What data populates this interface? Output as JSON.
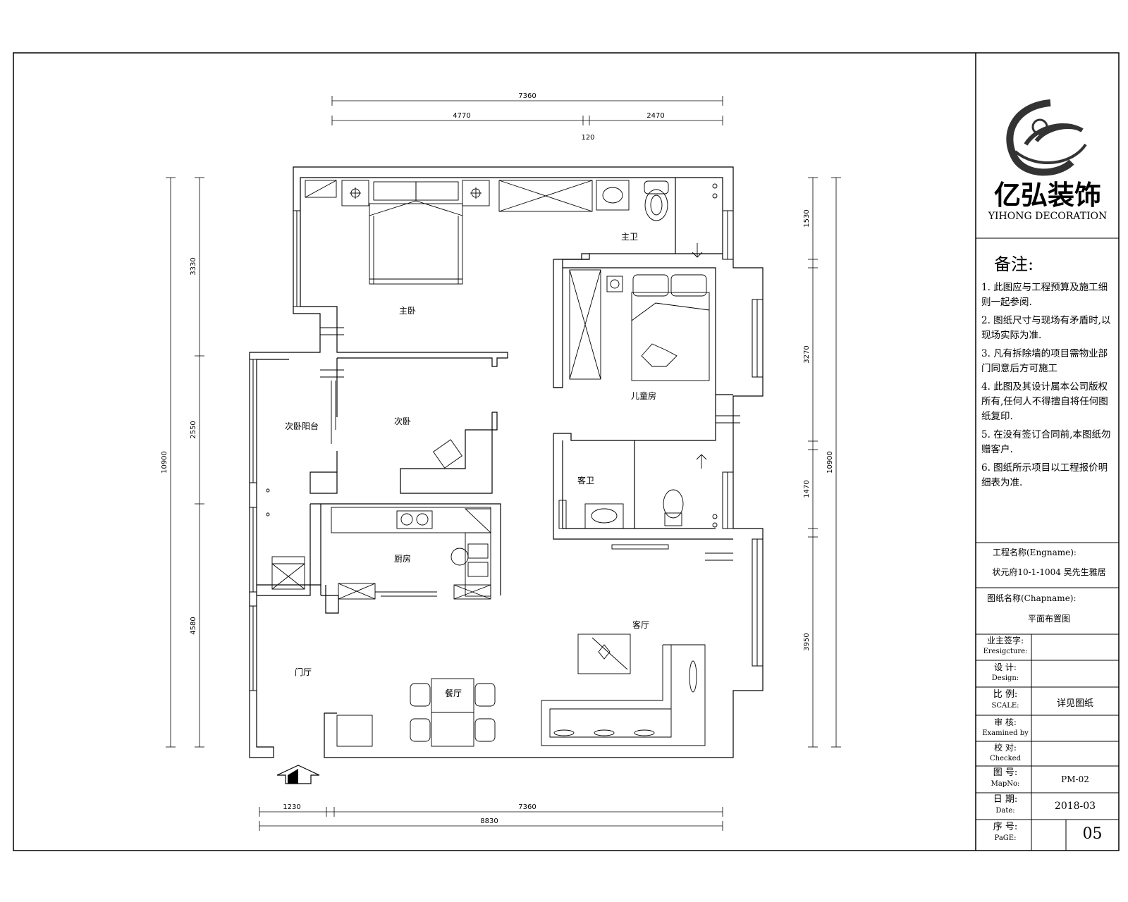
{
  "dimensions": {
    "top_total": "7360",
    "top_left": "4770",
    "top_right": "2470",
    "top_wall": "120",
    "left_total": "10900",
    "left_1": "3330",
    "left_2": "2550",
    "left_3": "4580",
    "right_total": "10900",
    "right_1": "1530",
    "right_2": "3270",
    "right_3": "1470",
    "right_4": "3950",
    "bottom_1": "1230",
    "bottom_2": "7360",
    "bottom_total": "8830"
  },
  "rooms": {
    "master_bedroom": "主卧",
    "master_bath": "主卫",
    "second_bedroom": "次卧",
    "second_balcony": "次卧阳台",
    "kids_room": "儿童房",
    "guest_bath": "客卫",
    "kitchen": "厨房",
    "living_room": "客厅",
    "dining_room": "餐厅",
    "entrance": "门厅"
  },
  "company": {
    "name_cn": "亿弘装饰",
    "name_en": "YIHONG DECORATION"
  },
  "notes": {
    "heading": "备注:",
    "items": [
      "1. 此图应与工程预算及施工细则一起参阅.",
      "2. 图纸尺寸与现场有矛盾时,以现场实际为准.",
      "3. 凡有拆除墙的项目需物业部门同意后方可施工",
      "4. 此图及其设计属本公司版权所有,任何人不得擅自将任何图纸复印.",
      "5. 在没有签订合同前,本图纸勿赠客户.",
      "6. 图纸所示项目以工程报价明细表为准."
    ]
  },
  "title_block": {
    "project_label": "工程名称(Engname):",
    "project_value": "状元府10-1-1004 吴先生雅居",
    "drawing_label": "图纸名称(Chapname):",
    "drawing_value": "平面布置图",
    "owner_cn": "业主签字:",
    "owner_en": "Eresigcture:",
    "design_cn": "设 计:",
    "design_en": "Design:",
    "scale_cn": "比 例:",
    "scale_en": "SCALE:",
    "scale_value": "详见图纸",
    "examined_cn": "审 核:",
    "examined_en": "Examined by",
    "checked_cn": "校 对:",
    "checked_en": "Checked",
    "map_cn": "图 号:",
    "map_en": "MapNo:",
    "map_value": "PM-02",
    "date_cn": "日 期:",
    "date_en": "Date:",
    "date_value": "2018-03",
    "page_cn": "序 号:",
    "page_en": "PaGE:",
    "page_value": "05"
  }
}
